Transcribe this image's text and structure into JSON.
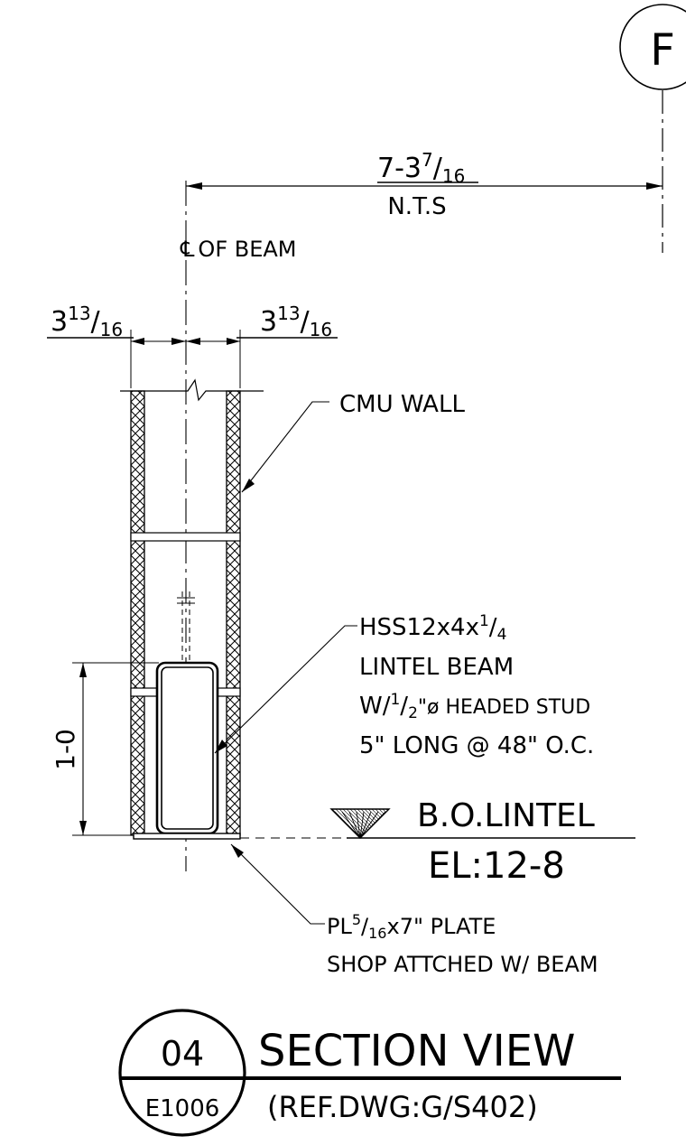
{
  "grid_bubble": {
    "label": "F"
  },
  "dim_top": {
    "whole": "7-3",
    "num": "7",
    "den": "16",
    "note": "N.T.S"
  },
  "centerline": {
    "symbol": "℄",
    "label": "OF BEAM"
  },
  "dim_left": {
    "whole": "3",
    "num": "13",
    "den": "16"
  },
  "dim_right": {
    "whole": "3",
    "num": "13",
    "den": "16"
  },
  "cmu_label": "CMU WALL",
  "lintel": {
    "line1_prefix": "HSS12x4x",
    "line1_num": "1",
    "line1_den": "4",
    "line2": "LINTEL BEAM",
    "line3_prefix": "W/",
    "line3_num": "1",
    "line3_den": "2",
    "line3_suffix": "\"ø HEADED STUD",
    "line4": "5\" LONG @ 48\" O.C."
  },
  "dim_vertical": "1-0",
  "elevation": {
    "name": "B.O.LINTEL",
    "value": "EL:12-8"
  },
  "plate": {
    "line1_prefix": "PL",
    "line1_num": "5",
    "line1_den": "16",
    "line1_suffix": "x7\" PLATE",
    "line2": "SHOP ATTCHED W/ BEAM"
  },
  "title_block": {
    "number": "04",
    "sheet": "E1006",
    "title": "SECTION VIEW",
    "reference": "(REF.DWG:G/S402)"
  }
}
